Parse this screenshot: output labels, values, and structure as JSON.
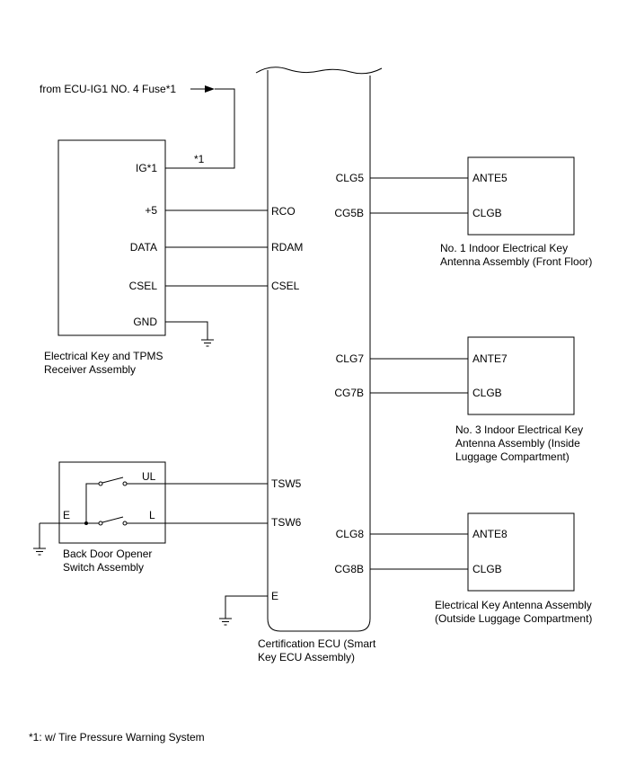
{
  "feed": {
    "label": "from ECU-IG1 NO. 4 Fuse*1",
    "wire_note": "*1"
  },
  "receiver": {
    "title_line1": "Electrical Key and TPMS",
    "title_line2": "Receiver Assembly",
    "pins": {
      "ig": "IG*1",
      "plus5": "+5",
      "data": "DATA",
      "csel": "CSEL",
      "gnd": "GND"
    }
  },
  "ecu": {
    "title_line1": "Certification ECU (Smart",
    "title_line2": "Key ECU Assembly)",
    "pins": {
      "rco": "RCO",
      "rdam": "RDAM",
      "csel": "CSEL",
      "tsw5": "TSW5",
      "tsw6": "TSW6",
      "e": "E",
      "clg5": "CLG5",
      "cg5b": "CG5B",
      "clg7": "CLG7",
      "cg7b": "CG7B",
      "clg8": "CLG8",
      "cg8b": "CG8B"
    }
  },
  "switch": {
    "title_line1": "Back Door Opener",
    "title_line2": "Switch Assembly",
    "pins": {
      "ul": "UL",
      "l": "L",
      "e": "E"
    }
  },
  "antenna1": {
    "title_line1": "No. 1 Indoor Electrical Key",
    "title_line2": "Antenna Assembly (Front Floor)",
    "pins": {
      "ante": "ANTE5",
      "clgb": "CLGB"
    }
  },
  "antenna3": {
    "title_line1": "No. 3 Indoor Electrical Key",
    "title_line2": "Antenna Assembly (Inside",
    "title_line3": "Luggage Compartment)",
    "pins": {
      "ante": "ANTE7",
      "clgb": "CLGB"
    }
  },
  "antenna_outside": {
    "title_line1": "Electrical Key Antenna Assembly",
    "title_line2": "(Outside Luggage Compartment)",
    "pins": {
      "ante": "ANTE8",
      "clgb": "CLGB"
    }
  },
  "footnote": "*1: w/ Tire Pressure Warning System"
}
